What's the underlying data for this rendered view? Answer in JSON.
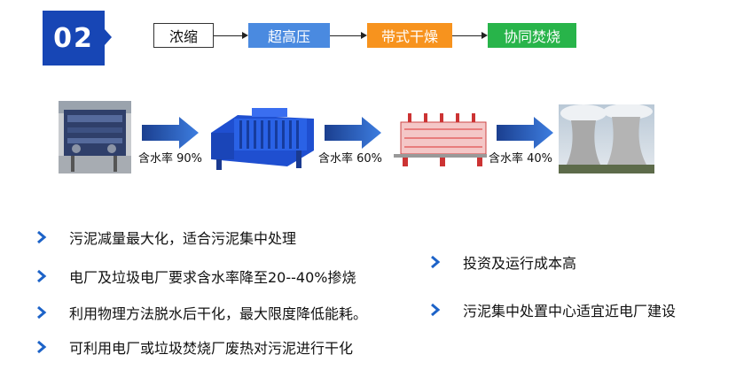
{
  "badge": {
    "number": "02"
  },
  "flow": [
    {
      "label": "浓缩",
      "color": "#ffffff"
    },
    {
      "label": "超高压",
      "color": "#4a8ae0"
    },
    {
      "label": "带式干燥",
      "color": "#f7931e"
    },
    {
      "label": "协同焚烧",
      "color": "#28b44a"
    }
  ],
  "rates": [
    "含水率 90%",
    "含水率 60%",
    "含水率 40%"
  ],
  "left_points": [
    "污泥减量最大化，适合污泥集中处理",
    "电厂及垃圾电厂要求含水率降至20--40%掺烧",
    "利用物理方法脱水后干化，最大限度降低能耗。",
    "可利用电厂或垃圾焚烧厂废热对污泥进行干化"
  ],
  "right_points": [
    "投资及运行成本高",
    "污泥集中处置中心适宜近电厂建设"
  ],
  "colors": {
    "accent": "#1746b5",
    "arrow": "#2f66c2",
    "chevron": "#1d63c8"
  }
}
